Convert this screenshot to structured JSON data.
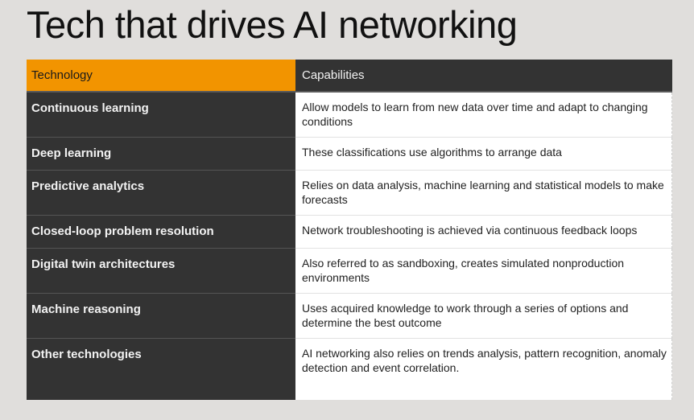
{
  "title": "Tech that drives AI networking",
  "table": {
    "headers": [
      "Technology",
      "Capabilities"
    ],
    "colors": {
      "header_left": "#f29400",
      "dark": "#333333"
    },
    "rows": [
      {
        "technology": "Continuous learning",
        "capabilities": "Allow models to learn from new data over time and adapt to changing conditions",
        "height": 56
      },
      {
        "technology": "Deep learning",
        "capabilities": "These classifications use algorithms to arrange data",
        "height": 41
      },
      {
        "technology": "Predictive analytics",
        "capabilities": "Relies on data analysis, machine learning and statistical models to make forecasts",
        "height": 56
      },
      {
        "technology": "Closed-loop problem resolution",
        "capabilities": "Network troubleshooting is achieved via continuous feedback loops",
        "height": 41
      },
      {
        "technology": "Digital twin architectures",
        "capabilities": "Also referred to as sandboxing, creates simulated nonproduction environments",
        "height": 56
      },
      {
        "technology": "Machine reasoning",
        "capabilities": "Uses acquired knowledge to work through a series of options and determine the best outcome",
        "height": 56
      },
      {
        "technology": "Other technologies",
        "capabilities": "AI networking also relies on trends analysis, pattern recognition, anomaly detection and event correlation.",
        "height": 76
      }
    ]
  }
}
